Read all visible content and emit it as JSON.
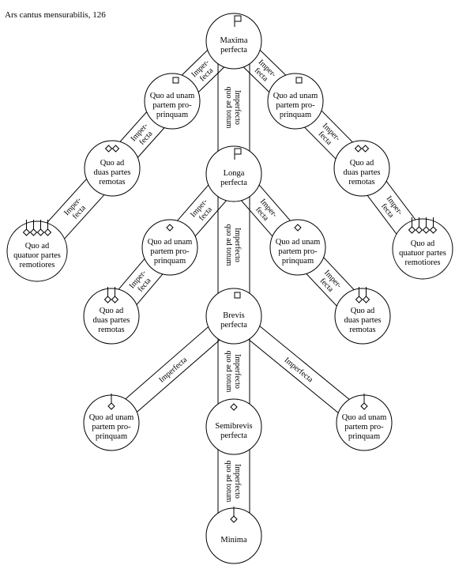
{
  "caption": "Ars cantus mensurabilis, 126",
  "nodes": {
    "maxima": [
      "Maxima",
      "perfecta"
    ],
    "uml": [
      "Quo ad unam",
      "partem pro-",
      "prinquam"
    ],
    "uml_dpr": [
      "Quo ad",
      "duas partes",
      "remotas"
    ],
    "uml_qpr": [
      "Quo ad",
      "quatuor partes",
      "remotiores"
    ],
    "umr": [
      "Quo ad unam",
      "partem pro-",
      "prinquam"
    ],
    "umr_dpr": [
      "Quo ad",
      "duas partes",
      "remotas"
    ],
    "umr_qpr": [
      "Quo ad",
      "quatuor partes",
      "remotiores"
    ],
    "longa": [
      "Longa",
      "perfecta"
    ],
    "ull": [
      "Quo ad unam",
      "partem pro-",
      "prinquam"
    ],
    "ull_dpr": [
      "Quo ad",
      "duas partes",
      "remotas"
    ],
    "ulr": [
      "Quo ad unam",
      "partem pro-",
      "prinquam"
    ],
    "ulr_dpr": [
      "Quo ad",
      "duas partes",
      "remotas"
    ],
    "brevis": [
      "Brevis",
      "perfecta"
    ],
    "ubl": [
      "Quo ad unam",
      "partem pro-",
      "prinquam"
    ],
    "ubr": [
      "Quo ad unam",
      "partem pro-",
      "prinquam"
    ],
    "semibrevis": [
      "Semibrevis",
      "perfecta"
    ],
    "minima": [
      "Minima"
    ]
  },
  "connectors": {
    "imperfecta_two_line": [
      "Imper-",
      "fecta"
    ],
    "imperfecto_quo_ad_totum": [
      "Imperfecto",
      "quo ad totum"
    ],
    "imperfecta_single": "Imperfecta"
  }
}
